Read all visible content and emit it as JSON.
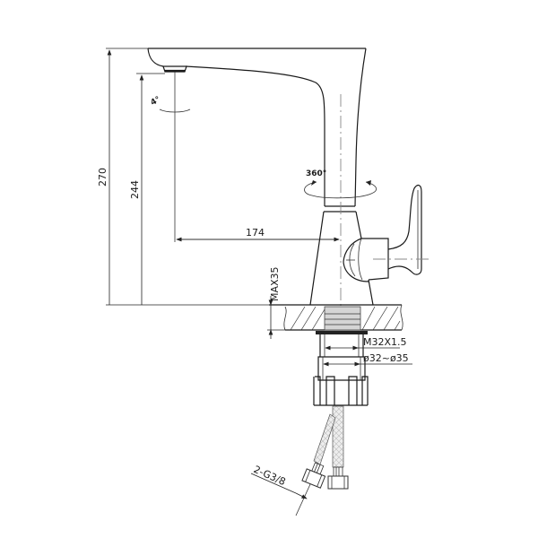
{
  "drawing": {
    "subject": "Single-lever basin mixer faucet technical drawing",
    "dimensions": {
      "total_height": "270",
      "spout_outlet_height": "244",
      "spout_reach": "174",
      "max_deck_thickness": "MAX35",
      "thread_size": "M32X1.5",
      "hole_diameter": "ø32~ø35",
      "hose_connection": "2-G3/8"
    },
    "annotations": {
      "swivel_angle": "360°",
      "aerator_angle": "4°"
    }
  }
}
